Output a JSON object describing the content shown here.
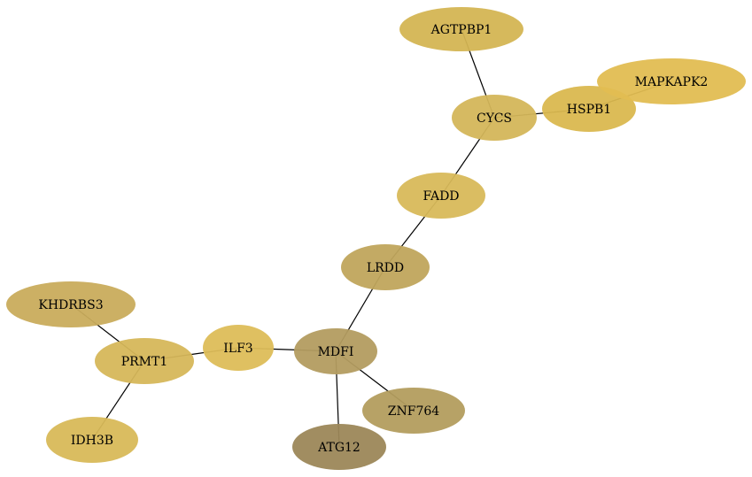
{
  "nodes": [
    {
      "id": "AGTPBP1",
      "label": "AGTPBP1",
      "color": "#d4b553"
    },
    {
      "id": "CYCS",
      "label": "CYCS",
      "color": "#d4b65a"
    },
    {
      "id": "HSPB1",
      "label": "HSPB1",
      "color": "#dab84f"
    },
    {
      "id": "MAPKAPK2",
      "label": "MAPKAPK2",
      "color": "#e2bd52"
    },
    {
      "id": "FADD",
      "label": "FADD",
      "color": "#d8b95a"
    },
    {
      "id": "LRDD",
      "label": "LRDD",
      "color": "#c0a55c"
    },
    {
      "id": "KHDRBS3",
      "label": "KHDRBS3",
      "color": "#c9ac5c"
    },
    {
      "id": "PRMT1",
      "label": "PRMT1",
      "color": "#d6b75a"
    },
    {
      "id": "ILF3",
      "label": "ILF3",
      "color": "#ddbd58"
    },
    {
      "id": "MDFI",
      "label": "MDFI",
      "color": "#b39c60"
    },
    {
      "id": "ZNF764",
      "label": "ZNF764",
      "color": "#b39d5e"
    },
    {
      "id": "IDH3B",
      "label": "IDH3B",
      "color": "#d8b959"
    },
    {
      "id": "ATG12",
      "label": "ATG12",
      "color": "#9c8759"
    }
  ],
  "edges": [
    [
      "AGTPBP1",
      "CYCS"
    ],
    [
      "CYCS",
      "HSPB1"
    ],
    [
      "HSPB1",
      "MAPKAPK2"
    ],
    [
      "CYCS",
      "FADD"
    ],
    [
      "FADD",
      "LRDD"
    ],
    [
      "LRDD",
      "MDFI"
    ],
    [
      "MDFI",
      "ILF3"
    ],
    [
      "ILF3",
      "PRMT1"
    ],
    [
      "PRMT1",
      "KHDRBS3"
    ],
    [
      "PRMT1",
      "IDH3B"
    ],
    [
      "MDFI",
      "ZNF764"
    ],
    [
      "MDFI",
      "ATG12"
    ]
  ]
}
